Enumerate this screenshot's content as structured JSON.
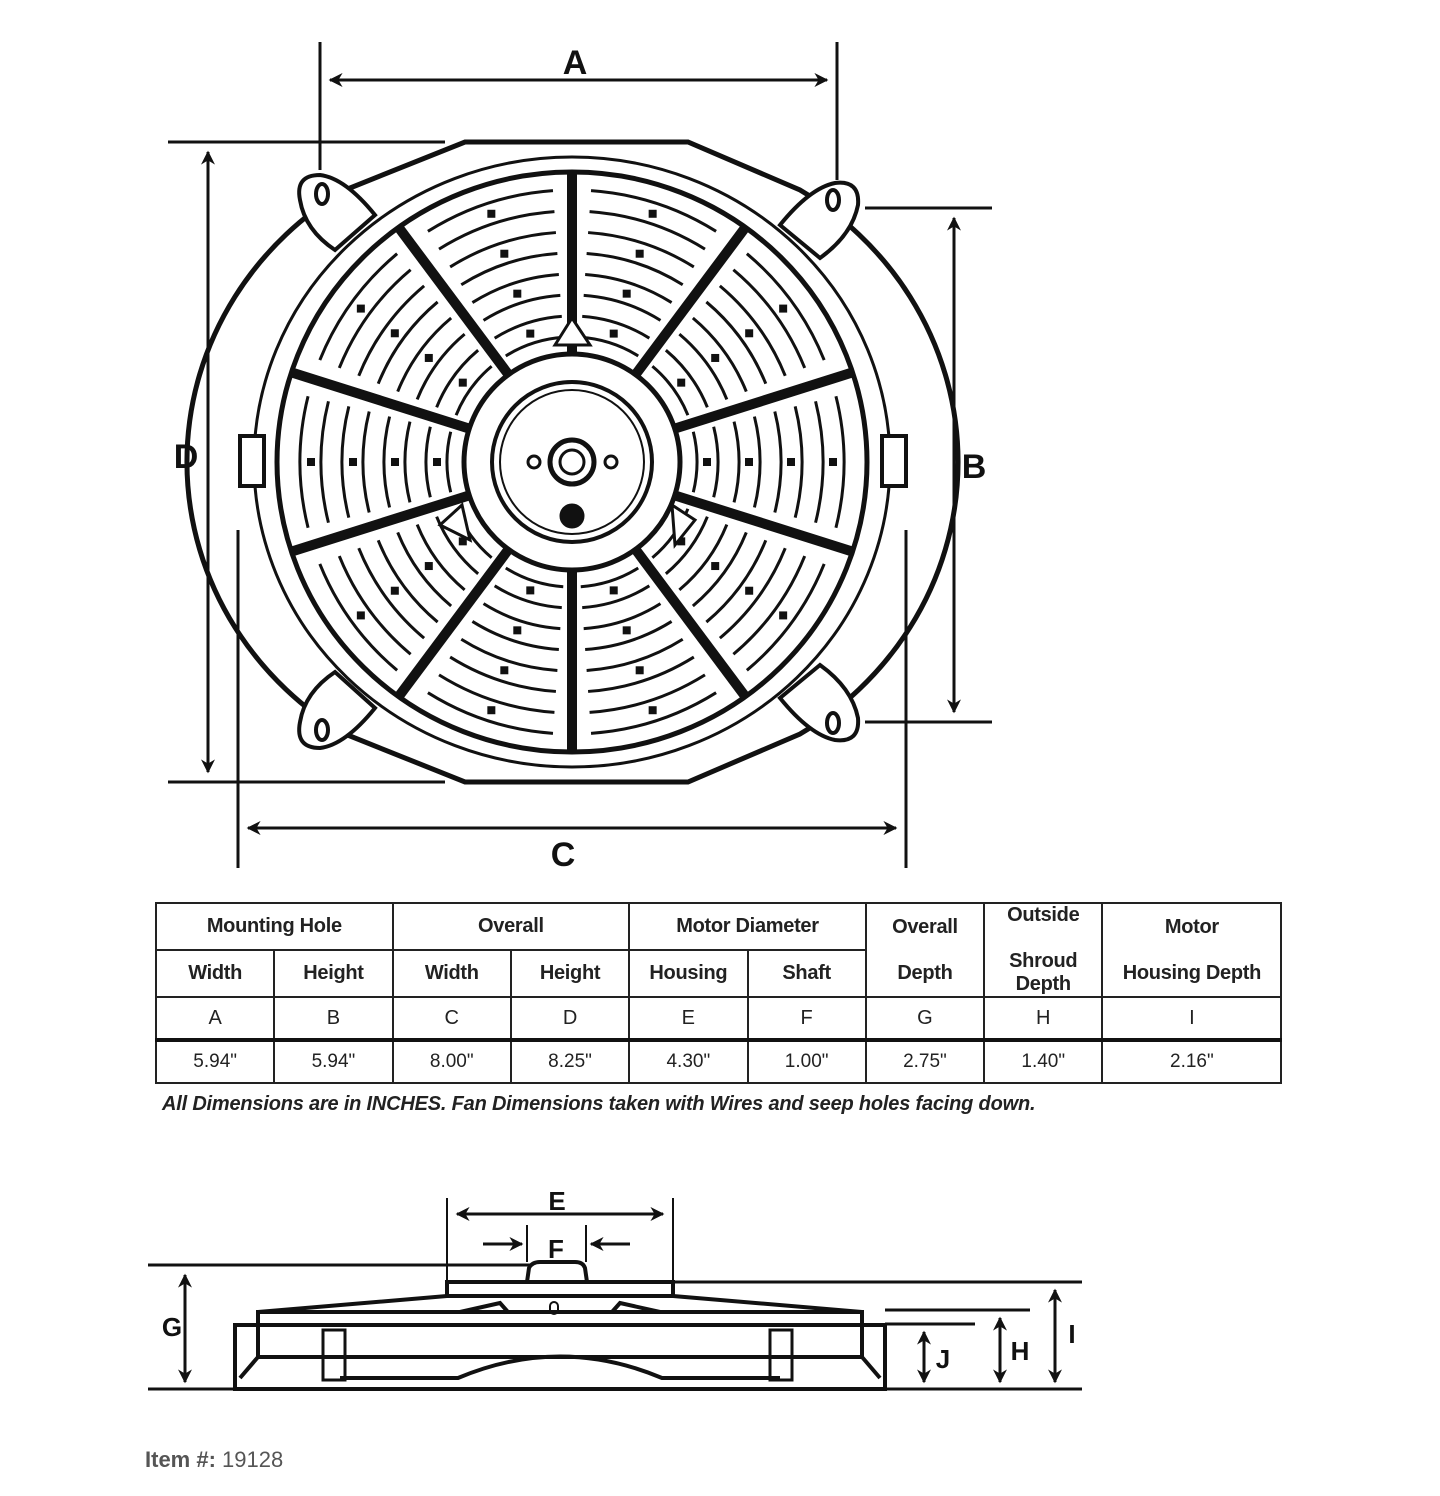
{
  "front_view": {
    "labels": {
      "A": "A",
      "B": "B",
      "C": "C",
      "D": "D"
    },
    "spoke_count": 10
  },
  "side_view": {
    "labels": {
      "E": "E",
      "F": "F",
      "G": "G",
      "H": "H",
      "I": "I",
      "J": "J"
    }
  },
  "table": {
    "group_headers": [
      "Mounting Hole",
      "Overall",
      "Motor Diameter"
    ],
    "tall_headers": [
      [
        "Overall",
        "Depth"
      ],
      [
        "Outside",
        "Shroud Depth"
      ],
      [
        "Motor",
        "Housing Depth"
      ]
    ],
    "sub_headers": [
      "Width",
      "Height",
      "Width",
      "Height",
      "Housing",
      "Shaft"
    ],
    "letters": [
      "A",
      "B",
      "C",
      "D",
      "E",
      "F",
      "G",
      "H",
      "I"
    ],
    "values": [
      "5.94\"",
      "5.94\"",
      "8.00\"",
      "8.25\"",
      "4.30\"",
      "1.00\"",
      "2.75\"",
      "1.40\"",
      "2.16\""
    ]
  },
  "note": "All Dimensions are in INCHES.  Fan Dimensions taken with Wires and seep holes facing down.",
  "item": {
    "label": "Item #:",
    "value": "19128"
  },
  "colors": {
    "ink": "#111111",
    "text": "#222222",
    "item_text": "#555555"
  }
}
